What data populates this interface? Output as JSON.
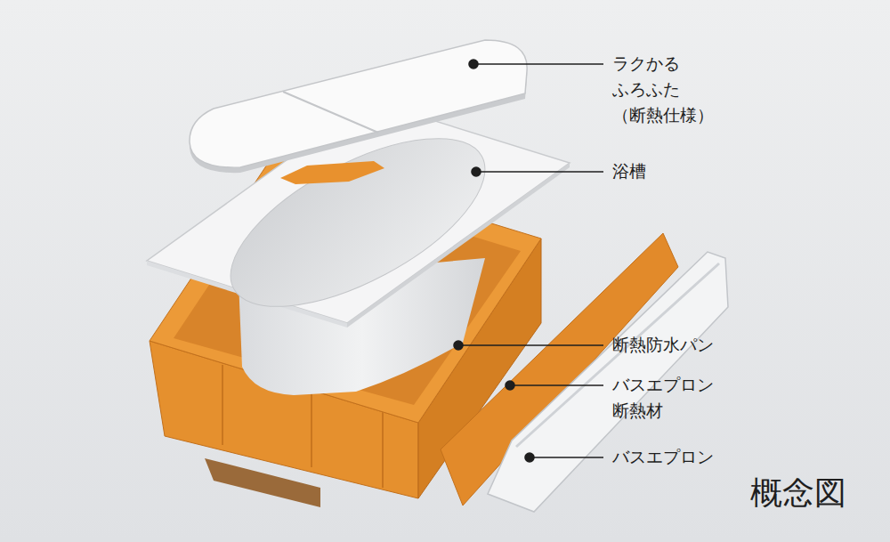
{
  "diagram": {
    "labels": [
      "ラクかる ふろふた （断熱仕様）",
      "浴槽",
      "断熱防水パン",
      "バスエプロン 断熱材",
      "バスエプロン",
      "概念図"
    ]
  }
}
